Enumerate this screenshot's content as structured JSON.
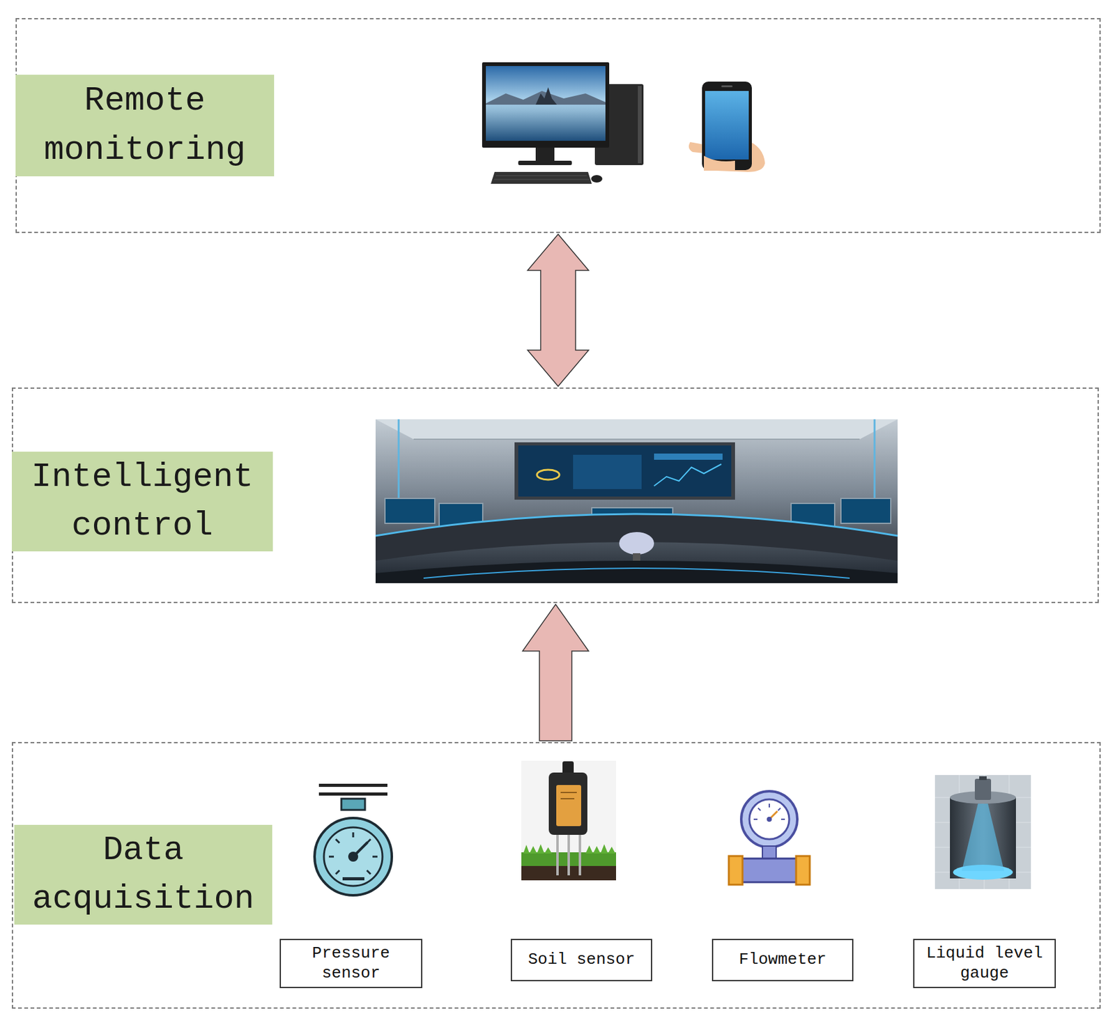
{
  "diagram": {
    "nodes": [
      {
        "text": [
          "Remote monitoring"
        ]
      },
      {
        "text": [
          "Intelligent control"
        ]
      },
      {
        "text": [
          "Data acquisition"
        ]
      },
      {
        "text": [
          "Pressure sensor"
        ],
        "in": 2
      },
      {
        "text": [
          "Soil sensor"
        ],
        "in": 2
      },
      {
        "text": [
          "Flowmeter"
        ],
        "in": 2
      },
      {
        "text": [
          "Liquid level gauge"
        ],
        "in": 2
      }
    ],
    "edges": [
      {
        "from": 0,
        "to": 1,
        "arrow": "both"
      },
      {
        "from": 2,
        "to": 1,
        "arrow": "to"
      }
    ]
  }
}
